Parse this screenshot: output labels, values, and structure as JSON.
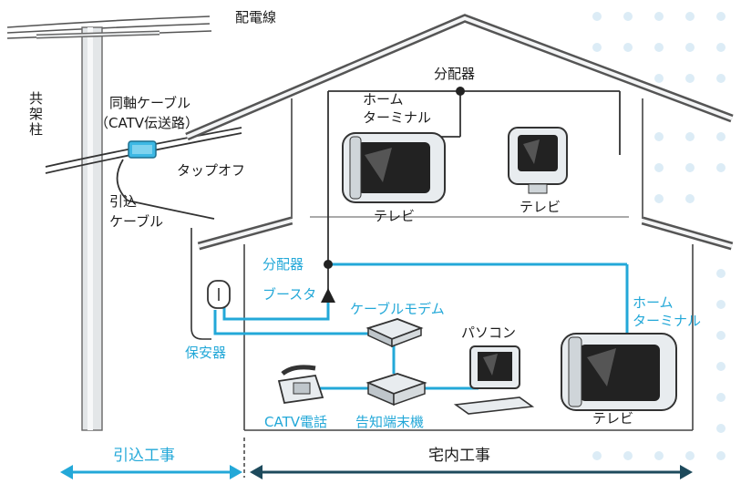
{
  "labels": {
    "haidensen": "配電線",
    "kyoukachu": "共架柱",
    "doujiku_1": "同軸ケーブル",
    "doujiku_2": "（CATV伝送路）",
    "tapoff": "タップオフ",
    "hikikomi_1": "引込",
    "hikikomi_2": "ケーブル",
    "bunpaiki_top": "分配器",
    "home_terminal_top_1": "ホーム",
    "home_terminal_top_2": "ターミナル",
    "tv_left": "テレビ",
    "tv_right": "テレビ",
    "bunpaiki_mid": "分配器",
    "booster": "ブースタ",
    "cable_modem": "ケーブルモデム",
    "home_terminal_right_1": "ホーム",
    "home_terminal_right_2": "ターミナル",
    "hoanki": "保安器",
    "pasokon": "パソコン",
    "catv_phone": "CATV電話",
    "kokuchi": "告知端末機",
    "tv_bottom": "テレビ",
    "hikikomi_kouji": "引込工事",
    "takunai_kouji": "宅内工事"
  },
  "colors": {
    "cable_blue": "#23a8d8",
    "line_dark": "#333333",
    "house_line": "#444444",
    "pole_gray": "#cfd3d6",
    "dot_blue": "#dcecf6",
    "arrow_dark": "#1d4a5c"
  }
}
